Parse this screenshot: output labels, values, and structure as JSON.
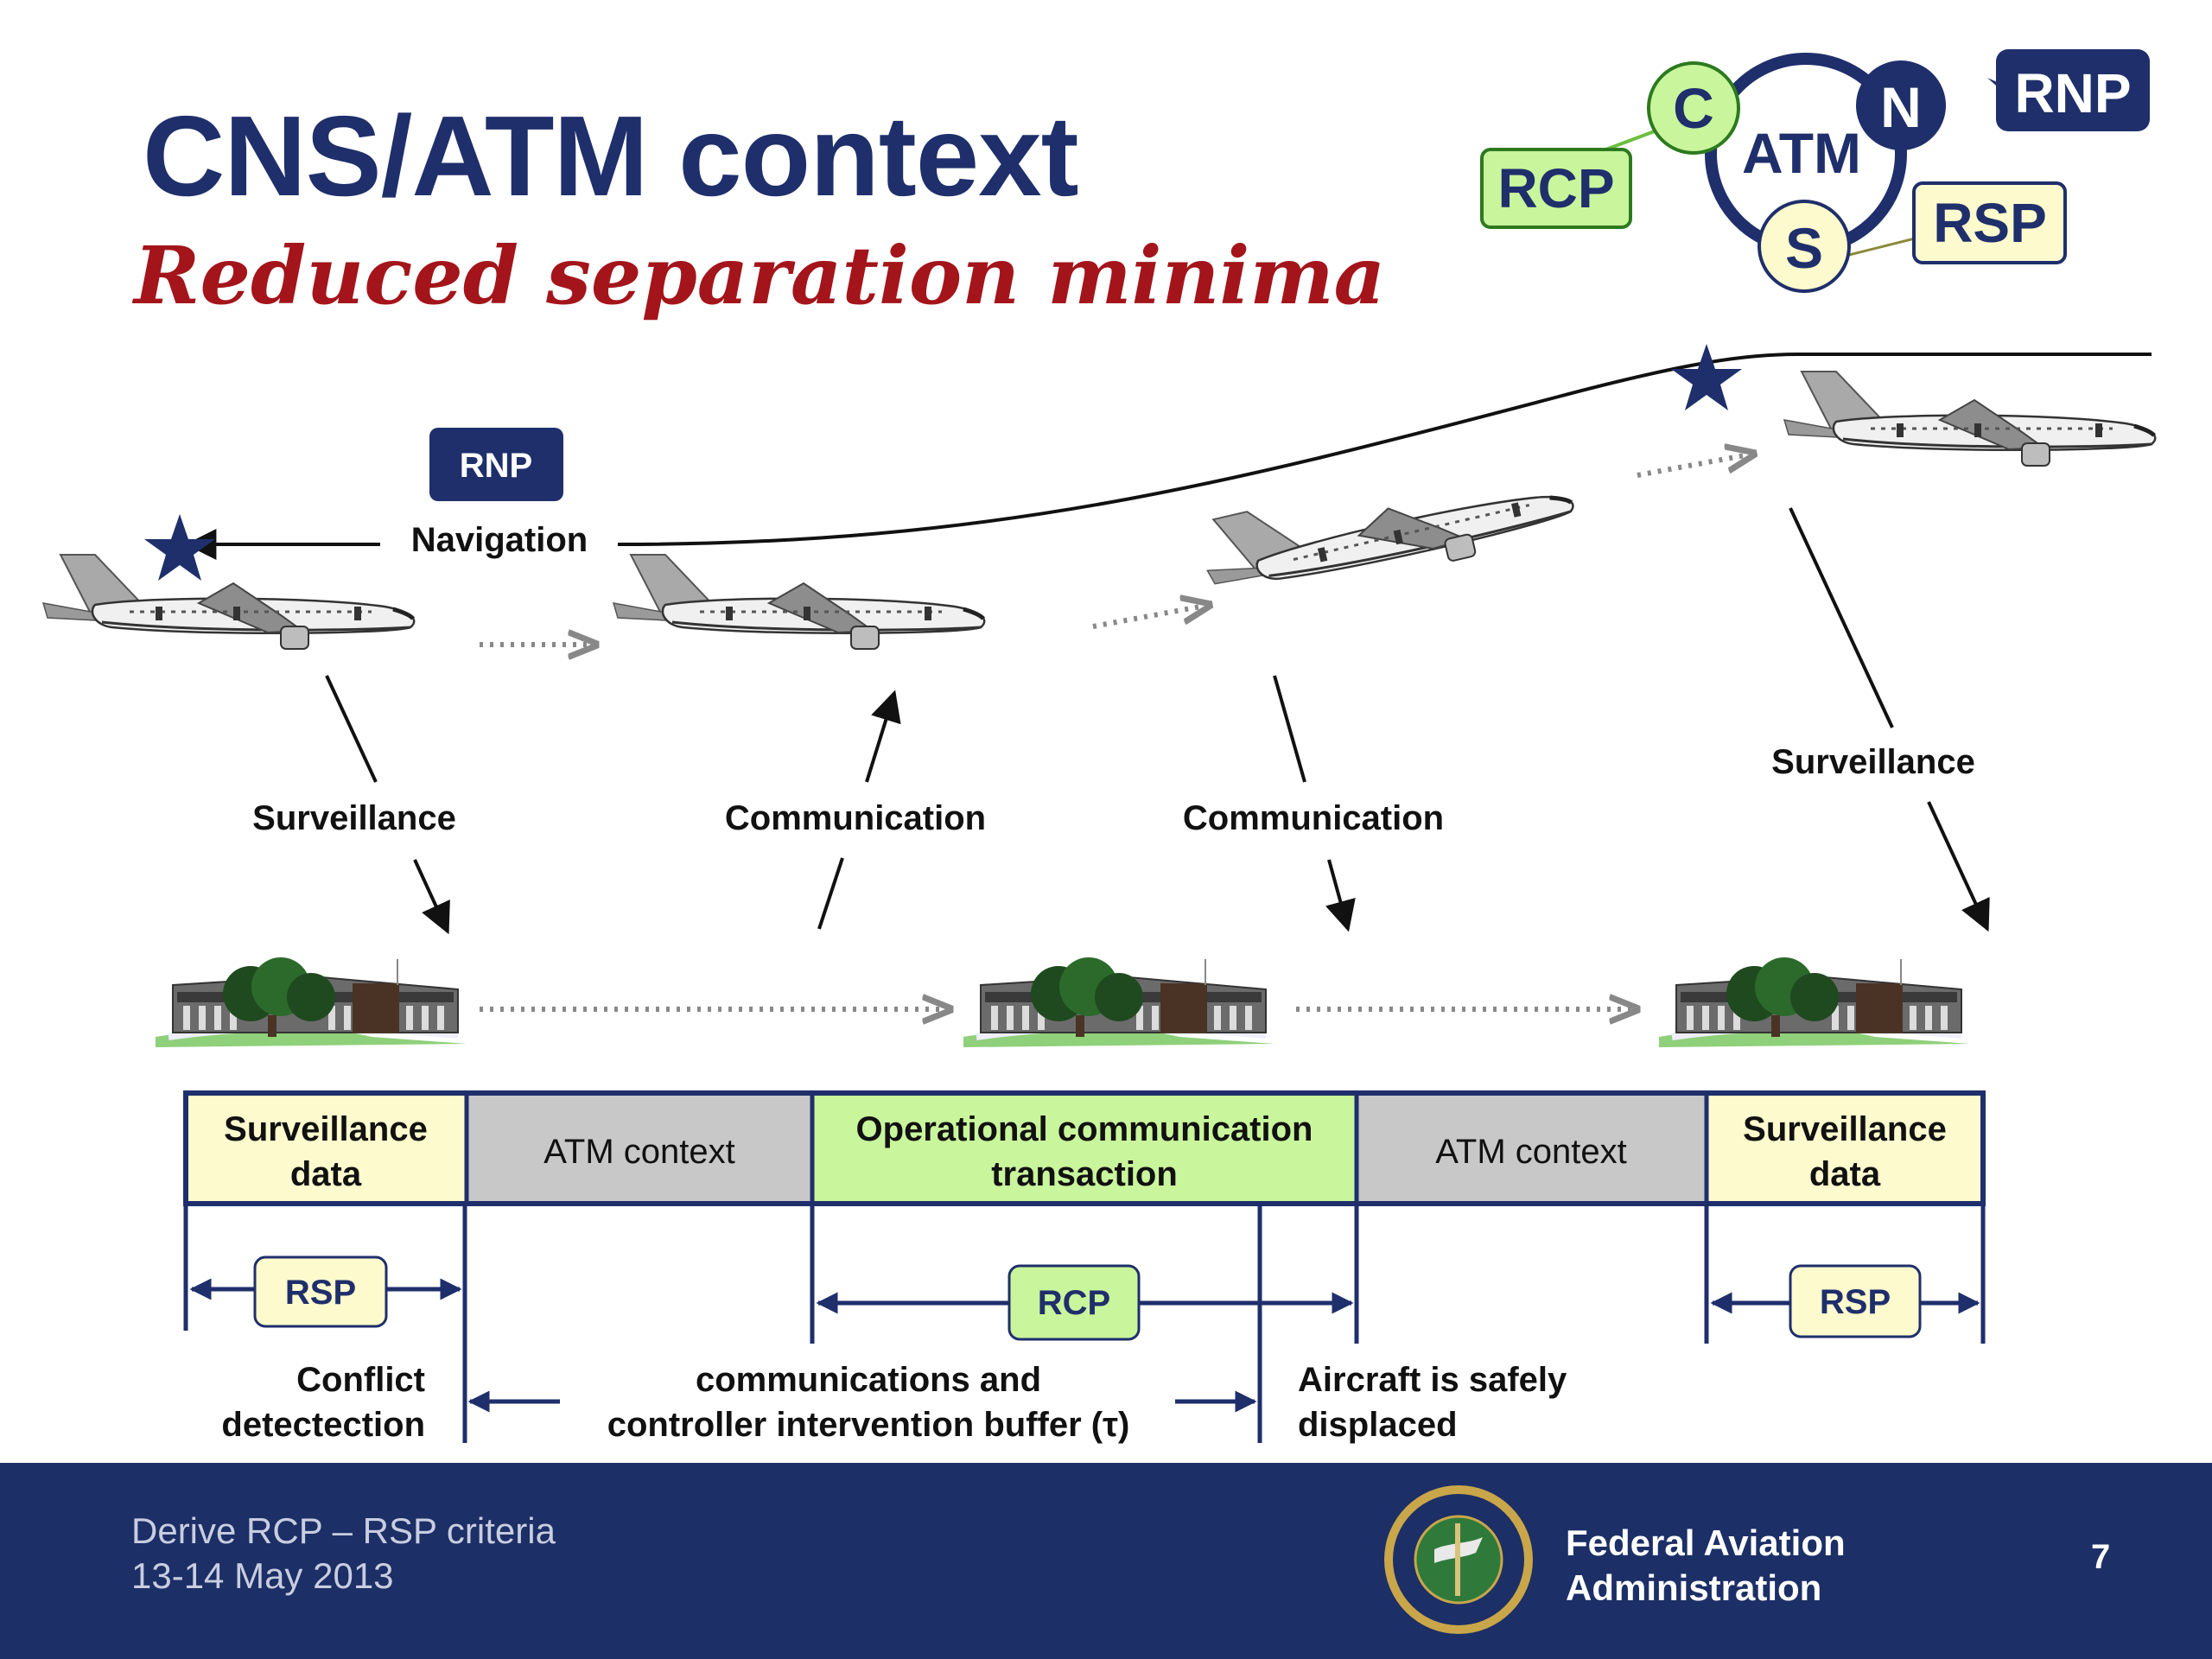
{
  "title": "CNS/ATM context",
  "subtitle": "Reduced separation minima",
  "cns_logo": {
    "center": "ATM",
    "c": "C",
    "n": "N",
    "s": "S",
    "rcp": "RCP",
    "rnp": "RNP",
    "rsp": "RSP"
  },
  "diagram": {
    "rnp_badge": "RNP",
    "navigation": "Navigation",
    "surveillance_left": "Surveillance",
    "communication_up": "Communication",
    "communication_down": "Communication",
    "surveillance_right": "Surveillance"
  },
  "timeline": {
    "segments": [
      {
        "line1": "Surveillance",
        "line2": "data"
      },
      {
        "line1": "ATM context",
        "line2": ""
      },
      {
        "line1": "Operational communication",
        "line2": "transaction"
      },
      {
        "line1": "ATM context",
        "line2": ""
      },
      {
        "line1": "Surveillance",
        "line2": "data"
      }
    ],
    "rsp_left": "RSP",
    "rcp": "RCP",
    "rsp_right": "RSP",
    "conflict_1": "Conflict",
    "conflict_2": "detectection",
    "buffer_1": "communications and",
    "buffer_2": "controller intervention buffer (τ)",
    "displaced_1": "Aircraft is safely",
    "displaced_2": "displaced"
  },
  "colors": {
    "navy": "#1f2f6b",
    "surveillance_fill": "#fdfacd",
    "atm_fill": "#c8c8c8",
    "comm_fill": "#c9f59c",
    "footer": "#1c2f66",
    "subtitle": "#a3151b"
  },
  "footer": {
    "line1": "Derive RCP – RSP criteria",
    "line2": "13-14 May 2013",
    "org1": "Federal Aviation",
    "org2": "Administration",
    "page": "7"
  }
}
